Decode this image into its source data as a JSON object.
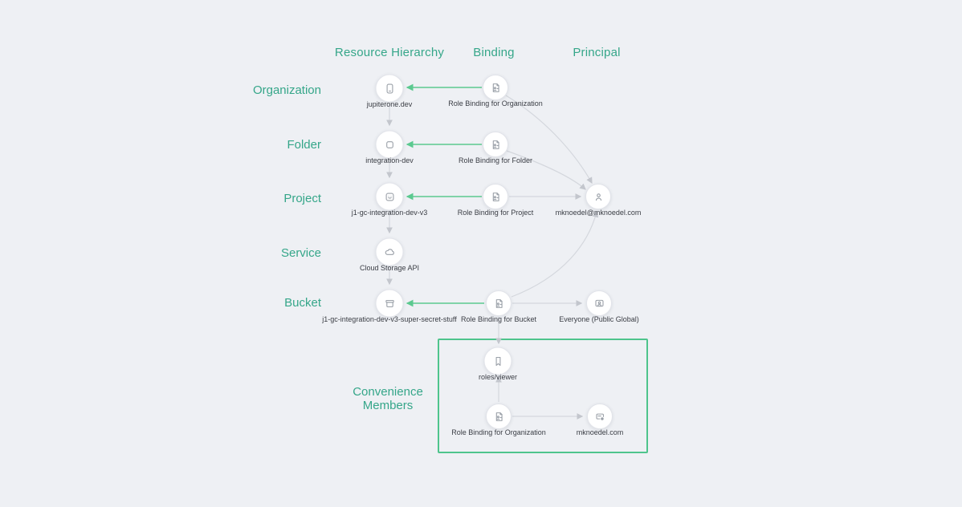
{
  "colors": {
    "background": "#eef0f4",
    "accent_teal": "#35a689",
    "accent_green": "#4ec48c",
    "green_arrow": "#5bc98f",
    "edge_gray": "#d4d7dd",
    "icon_gray": "#9aa0a8"
  },
  "columns": {
    "resource": "Resource Hierarchy",
    "binding": "Binding",
    "principal": "Principal"
  },
  "rows": {
    "organization": "Organization",
    "folder": "Folder",
    "project": "Project",
    "service": "Service",
    "bucket": "Bucket",
    "convenience": "Convenience Members"
  },
  "nodes": {
    "org": {
      "label": "jupiterone.dev",
      "icon": "organization-icon"
    },
    "folder": {
      "label": "integration-dev",
      "icon": "folder-icon"
    },
    "project": {
      "label": "j1-gc-integration-dev-v3",
      "icon": "project-icon"
    },
    "service": {
      "label": "Cloud Storage API",
      "icon": "cloud-icon"
    },
    "bucket": {
      "label": "j1-gc-integration-dev-v3-super-secret-stuff",
      "icon": "bucket-icon"
    },
    "bindingOrg": {
      "label": "Role Binding for Organization",
      "icon": "role-binding-icon"
    },
    "bindingFolder": {
      "label": "Role Binding for Folder",
      "icon": "role-binding-icon"
    },
    "bindingProject": {
      "label": "Role Binding for Project",
      "icon": "role-binding-icon"
    },
    "bindingBucket": {
      "label": "Role Binding for Bucket",
      "icon": "role-binding-icon"
    },
    "principalUser": {
      "label": "mknoedel@mknoedel.com",
      "icon": "user-icon"
    },
    "principalEveryone": {
      "label": "Everyone (Public Global)",
      "icon": "everyone-icon"
    },
    "roleViewer": {
      "label": "roles/viewer",
      "icon": "bookmark-icon"
    },
    "convBinding": {
      "label": "Role Binding for Organization",
      "icon": "role-binding-icon"
    },
    "convDomain": {
      "label": "mknoedel.com",
      "icon": "domain-icon"
    }
  },
  "edges": [
    {
      "from": "bindingOrg",
      "to": "org",
      "style": "green-arrow"
    },
    {
      "from": "bindingFolder",
      "to": "folder",
      "style": "green-arrow"
    },
    {
      "from": "bindingProject",
      "to": "project",
      "style": "green-arrow"
    },
    {
      "from": "bindingBucket",
      "to": "bucket",
      "style": "green-arrow"
    },
    {
      "from": "org",
      "to": "folder",
      "style": "gray-arrow"
    },
    {
      "from": "folder",
      "to": "project",
      "style": "gray-arrow"
    },
    {
      "from": "project",
      "to": "service",
      "style": "gray-arrow"
    },
    {
      "from": "service",
      "to": "bucket",
      "style": "gray-arrow"
    },
    {
      "from": "bindingOrg",
      "to": "principalUser",
      "style": "gray-curve"
    },
    {
      "from": "bindingFolder",
      "to": "principalUser",
      "style": "gray-curve"
    },
    {
      "from": "bindingProject",
      "to": "principalUser",
      "style": "gray-arrow"
    },
    {
      "from": "bindingBucket",
      "to": "principalUser",
      "style": "gray-curve"
    },
    {
      "from": "bindingBucket",
      "to": "principalEveryone",
      "style": "gray-arrow"
    },
    {
      "from": "bindingBucket",
      "to": "roleViewer",
      "style": "gray-arrow"
    },
    {
      "from": "convBinding",
      "to": "roleViewer",
      "style": "gray-arrow"
    },
    {
      "from": "convBinding",
      "to": "convDomain",
      "style": "gray-arrow"
    }
  ]
}
